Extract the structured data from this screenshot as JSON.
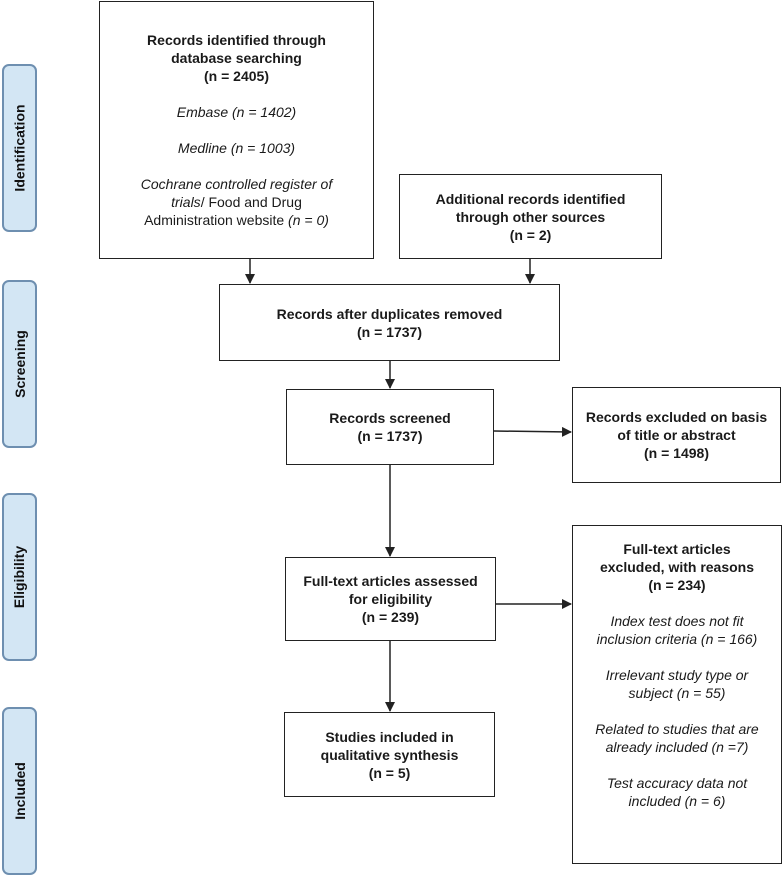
{
  "stages": {
    "identification": "Identification",
    "screening": "Screening",
    "eligibility": "Eligibility",
    "included": "Included"
  },
  "boxes": {
    "database": {
      "title_line1": "Records identified through",
      "title_line2": "database searching",
      "count": "(n = 2405)",
      "embase": "Embase (n = 1402)",
      "medline": "Medline (n = 1003)",
      "cochrane_italic": "Cochrane controlled register of",
      "trials_italic": "trials",
      "fda_text": "/ Food and Drug",
      "admin_text": "Administration website",
      "admin_count": "(n = 0)"
    },
    "additional": {
      "line1": "Additional records identified",
      "line2": "through other sources",
      "count": "(n = 2)"
    },
    "duplicates": {
      "line1": "Records after duplicates removed",
      "count": "(n = 1737)"
    },
    "screened": {
      "line1": "Records screened",
      "count": "(n = 1737)"
    },
    "excluded_title": {
      "line1": "Records excluded on basis",
      "line2": "of title or abstract",
      "count": "(n = 1498)"
    },
    "fulltext": {
      "line1": "Full-text articles assessed",
      "line2": "for eligibility",
      "count": "(n = 239)"
    },
    "fulltext_excluded": {
      "line1": "Full-text articles",
      "line2": "excluded, with reasons",
      "count": "(n = 234)",
      "r1a": "Index test does not fit",
      "r1b": "inclusion criteria (n = 166)",
      "r2a": "Irrelevant study type or",
      "r2b": "subject (n = 55)",
      "r3a": "Related to studies that are",
      "r3b": "already included (n =7)",
      "r4a": "Test accuracy data not",
      "r4b": "included (n = 6)"
    },
    "included": {
      "line1": "Studies included in",
      "line2": "qualitative synthesis",
      "count": "(n = 5)"
    }
  }
}
